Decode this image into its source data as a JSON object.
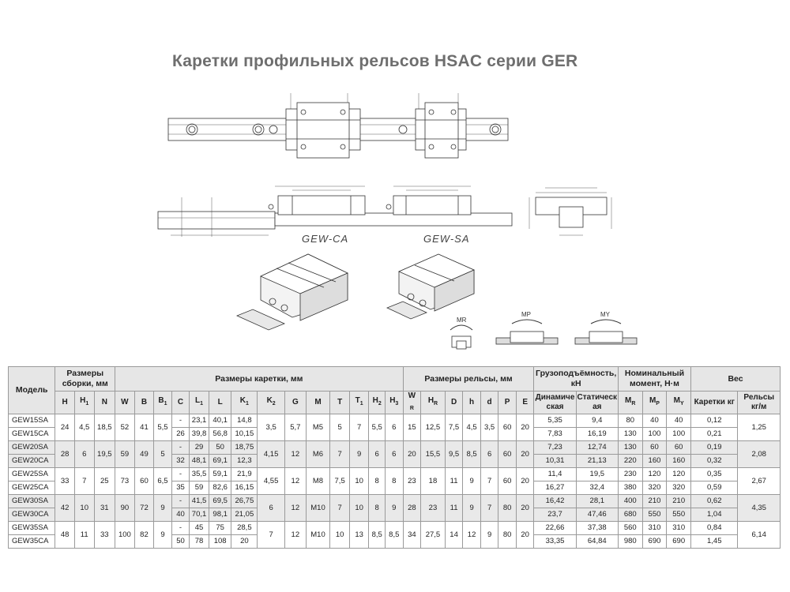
{
  "title": "Каретки профильных рельсов HSAC серии GER",
  "drawing_labels": {
    "gew_ca": "GEW-CA",
    "gew_sa": "GEW-SA",
    "mr": "MR",
    "mp": "MP",
    "my": "MY"
  },
  "table": {
    "group_headers": {
      "model": "Модель",
      "assembly": "Размеры сборки, мм",
      "carriage": "Размеры каретки, мм",
      "rail": "Размеры рельсы, мм",
      "load": "Грузоподъёмность, кН",
      "moment": "Номинальный момент, Н·м",
      "weight": "Вес"
    },
    "col_headers": {
      "H": "H",
      "H1": "H",
      "N": "N",
      "W": "W",
      "B": "B",
      "B1": "B",
      "C": "C",
      "L1": "L",
      "L": "L",
      "K1": "K",
      "K2": "K",
      "G": "G",
      "M": "M",
      "T": "T",
      "T1": "T",
      "H2": "H",
      "H3": "H",
      "WR": "W",
      "HR": "H",
      "D": "D",
      "h": "h",
      "d": "d",
      "P": "P",
      "E": "E",
      "dynamic": "Динамическая",
      "static": "Статическая",
      "MR": "M",
      "MP": "M",
      "MY": "M",
      "carriage_kg": "Каретки кг",
      "rail_kgm": "Рельсы кг/м"
    },
    "rows": [
      {
        "model": "GEW15SA",
        "H": "24",
        "H1": "4,5",
        "N": "18,5",
        "W": "52",
        "B": "41",
        "B1": "5,5",
        "C": "-",
        "L1": "23,1",
        "L": "40,1",
        "K1": "14,8",
        "K2": "3,5",
        "G": "5,7",
        "M": "M5",
        "T": "5",
        "T1": "7",
        "H2": "5,5",
        "H3": "6",
        "WR": "15",
        "HR": "12,5",
        "D": "7,5",
        "h": "4,5",
        "d": "3,5",
        "P": "60",
        "E": "20",
        "dyn": "5,35",
        "stat": "9,4",
        "MR": "80",
        "MP": "40",
        "MY": "40",
        "wc": "0,12",
        "wr": "1,25"
      },
      {
        "model": "GEW15CA",
        "C": "26",
        "L1": "39,8",
        "L": "56,8",
        "K1": "10,15",
        "dyn": "7,83",
        "stat": "16,19",
        "MR": "130",
        "MP": "100",
        "MY": "100",
        "wc": "0,21"
      },
      {
        "model": "GEW20SA",
        "H": "28",
        "H1": "6",
        "N": "19,5",
        "W": "59",
        "B": "49",
        "B1": "5",
        "C": "-",
        "L1": "29",
        "L": "50",
        "K1": "18,75",
        "K2": "4,15",
        "G": "12",
        "M": "M6",
        "T": "7",
        "T1": "9",
        "H2": "6",
        "H3": "6",
        "WR": "20",
        "HR": "15,5",
        "D": "9,5",
        "h": "8,5",
        "d": "6",
        "P": "60",
        "E": "20",
        "dyn": "7,23",
        "stat": "12,74",
        "MR": "130",
        "MP": "60",
        "MY": "60",
        "wc": "0,19",
        "wr": "2,08"
      },
      {
        "model": "GEW20CA",
        "C": "32",
        "L1": "48,1",
        "L": "69,1",
        "K1": "12,3",
        "dyn": "10,31",
        "stat": "21,13",
        "MR": "220",
        "MP": "160",
        "MY": "160",
        "wc": "0,32"
      },
      {
        "model": "GEW25SA",
        "H": "33",
        "H1": "7",
        "N": "25",
        "W": "73",
        "B": "60",
        "B1": "6,5",
        "C": "-",
        "L1": "35,5",
        "L": "59,1",
        "K1": "21,9",
        "K2": "4,55",
        "G": "12",
        "M": "M8",
        "T": "7,5",
        "T1": "10",
        "H2": "8",
        "H3": "8",
        "WR": "23",
        "HR": "18",
        "D": "11",
        "h": "9",
        "d": "7",
        "P": "60",
        "E": "20",
        "dyn": "11,4",
        "stat": "19,5",
        "MR": "230",
        "MP": "120",
        "MY": "120",
        "wc": "0,35",
        "wr": "2,67"
      },
      {
        "model": "GEW25CA",
        "C": "35",
        "L1": "59",
        "L": "82,6",
        "K1": "16,15",
        "dyn": "16,27",
        "stat": "32,4",
        "MR": "380",
        "MP": "320",
        "MY": "320",
        "wc": "0,59"
      },
      {
        "model": "GEW30SA",
        "H": "42",
        "H1": "10",
        "N": "31",
        "W": "90",
        "B": "72",
        "B1": "9",
        "C": "-",
        "L1": "41,5",
        "L": "69,5",
        "K1": "26,75",
        "K2": "6",
        "G": "12",
        "M": "M10",
        "T": "7",
        "T1": "10",
        "H2": "8",
        "H3": "9",
        "WR": "28",
        "HR": "23",
        "D": "11",
        "h": "9",
        "d": "7",
        "P": "80",
        "E": "20",
        "dyn": "16,42",
        "stat": "28,1",
        "MR": "400",
        "MP": "210",
        "MY": "210",
        "wc": "0,62",
        "wr": "4,35"
      },
      {
        "model": "GEW30CA",
        "C": "40",
        "L1": "70,1",
        "L": "98,1",
        "K1": "21,05",
        "dyn": "23,7",
        "stat": "47,46",
        "MR": "680",
        "MP": "550",
        "MY": "550",
        "wc": "1,04"
      },
      {
        "model": "GEW35SA",
        "H": "48",
        "H1": "11",
        "N": "33",
        "W": "100",
        "B": "82",
        "B1": "9",
        "C": "-",
        "L1": "45",
        "L": "75",
        "K1": "28,5",
        "K2": "7",
        "G": "12",
        "M": "M10",
        "T": "10",
        "T1": "13",
        "H2": "8,5",
        "H3": "8,5",
        "WR": "34",
        "HR": "27,5",
        "D": "14",
        "h": "12",
        "d": "9",
        "P": "80",
        "E": "20",
        "dyn": "22,66",
        "stat": "37,38",
        "MR": "560",
        "MP": "310",
        "MY": "310",
        "wc": "0,84",
        "wr": "6,14"
      },
      {
        "model": "GEW35CA",
        "C": "50",
        "L1": "78",
        "L": "108",
        "K1": "20",
        "dyn": "33,35",
        "stat": "64,84",
        "MR": "980",
        "MP": "690",
        "MY": "690",
        "wc": "1,45"
      }
    ]
  }
}
